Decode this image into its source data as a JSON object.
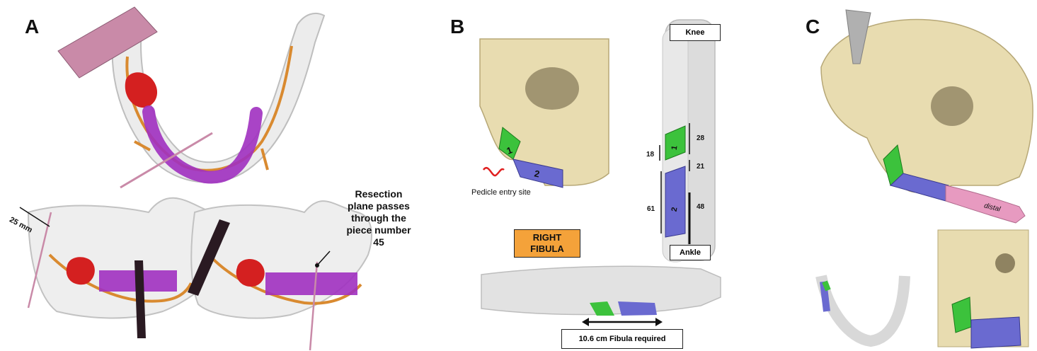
{
  "panels": {
    "a": {
      "letter": "A",
      "distance_label": "25 mm",
      "resection_note": [
        "Resection",
        "plane passes",
        "through the",
        "piece number",
        "45"
      ]
    },
    "b": {
      "letter": "B",
      "pedicle_label": "Pedicle entry site",
      "segment_labels": [
        "1",
        "2"
      ],
      "knee_label": "Knee",
      "ankle_label": "Ankle",
      "left_measurements": [
        "18",
        "61"
      ],
      "right_measurements": [
        "28",
        "21",
        "48"
      ],
      "side_label": [
        "RIGHT",
        "FIBULA"
      ],
      "fibula_required": "10.6 cm Fibula required"
    },
    "c": {
      "letter": "C",
      "bone_end_label": "distal"
    }
  },
  "colors": {
    "segment_1": "#3cc23c",
    "segment_2": "#6a6ad0",
    "tumor": "#d42020",
    "teeth": "#a030c0",
    "nerve": "#d98a30",
    "guide": "#c98aa8",
    "cut_plate": "#2a1a22",
    "bone": "#e8dcb0",
    "fibula": "#d8d8d8",
    "fibula_graft": "#e79ac0",
    "label_box": "#f4a23a"
  }
}
